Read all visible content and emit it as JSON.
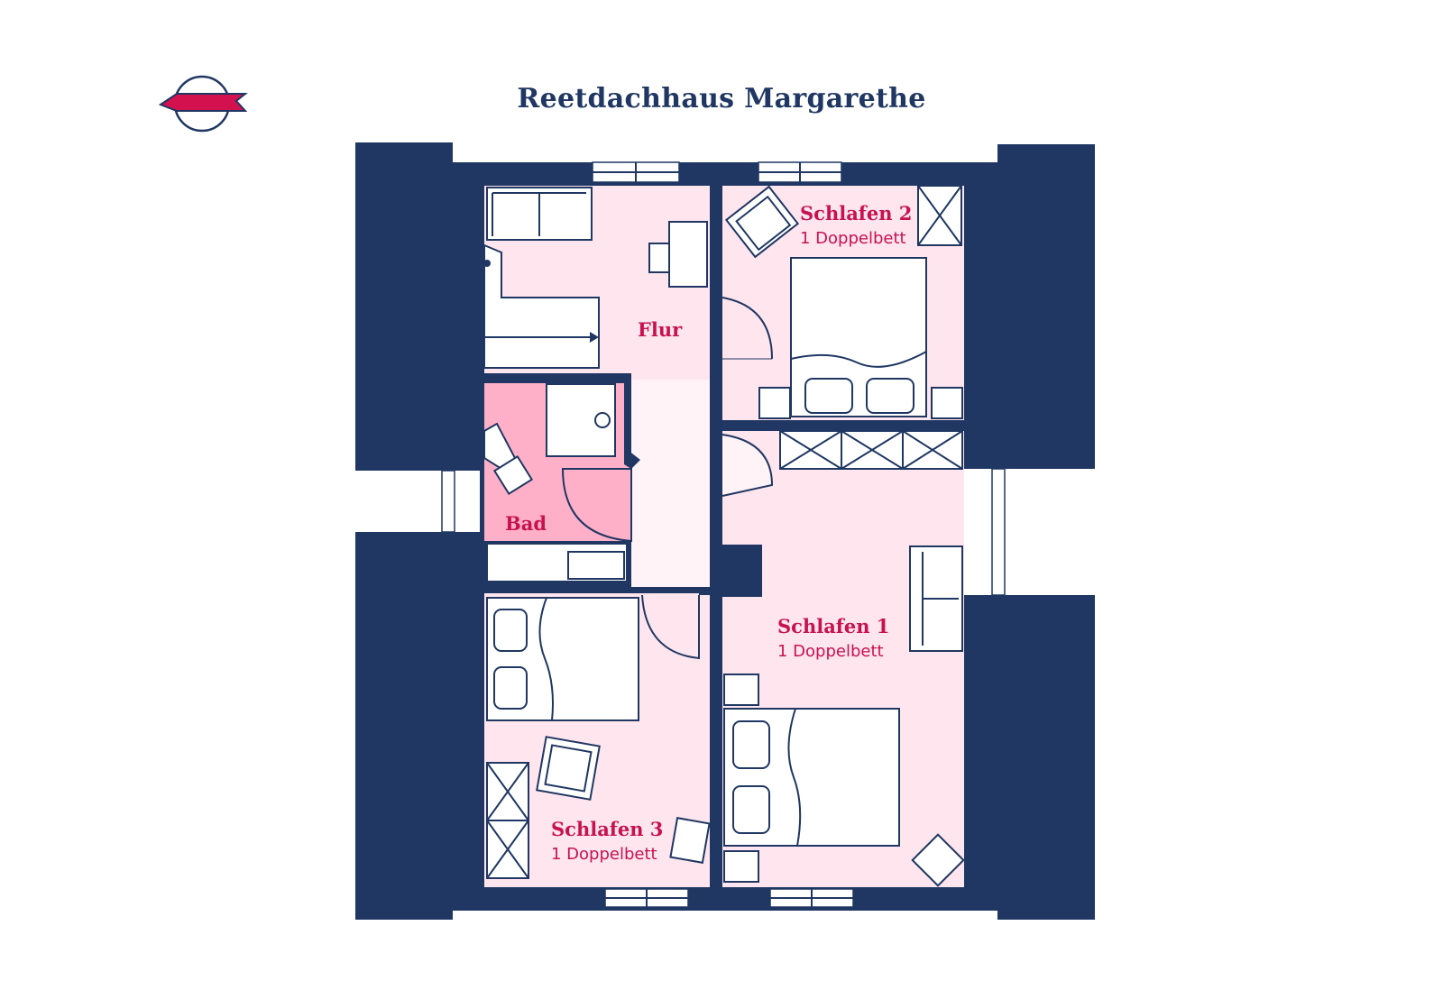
{
  "header": {
    "title": "Reetdachhaus Margarethe",
    "logo_icon": "compass-ribbon-icon"
  },
  "colors": {
    "wall": "#1f3762",
    "room_fill": "#ffe5ee",
    "bath_fill": "#ffb0c9",
    "hall_fill": "#fff3f7",
    "label": "#c7124f",
    "accent_ribbon": "#d4114f"
  },
  "rooms": {
    "schlafen2": {
      "name": "Schlafen 2",
      "beds": "1 Doppelbett"
    },
    "flur": {
      "name": "Flur"
    },
    "bad": {
      "name": "Bad"
    },
    "schlafen1": {
      "name": "Schlafen 1",
      "beds": "1 Doppelbett"
    },
    "schlafen3": {
      "name": "Schlafen 3",
      "beds": "1 Doppelbett"
    }
  }
}
